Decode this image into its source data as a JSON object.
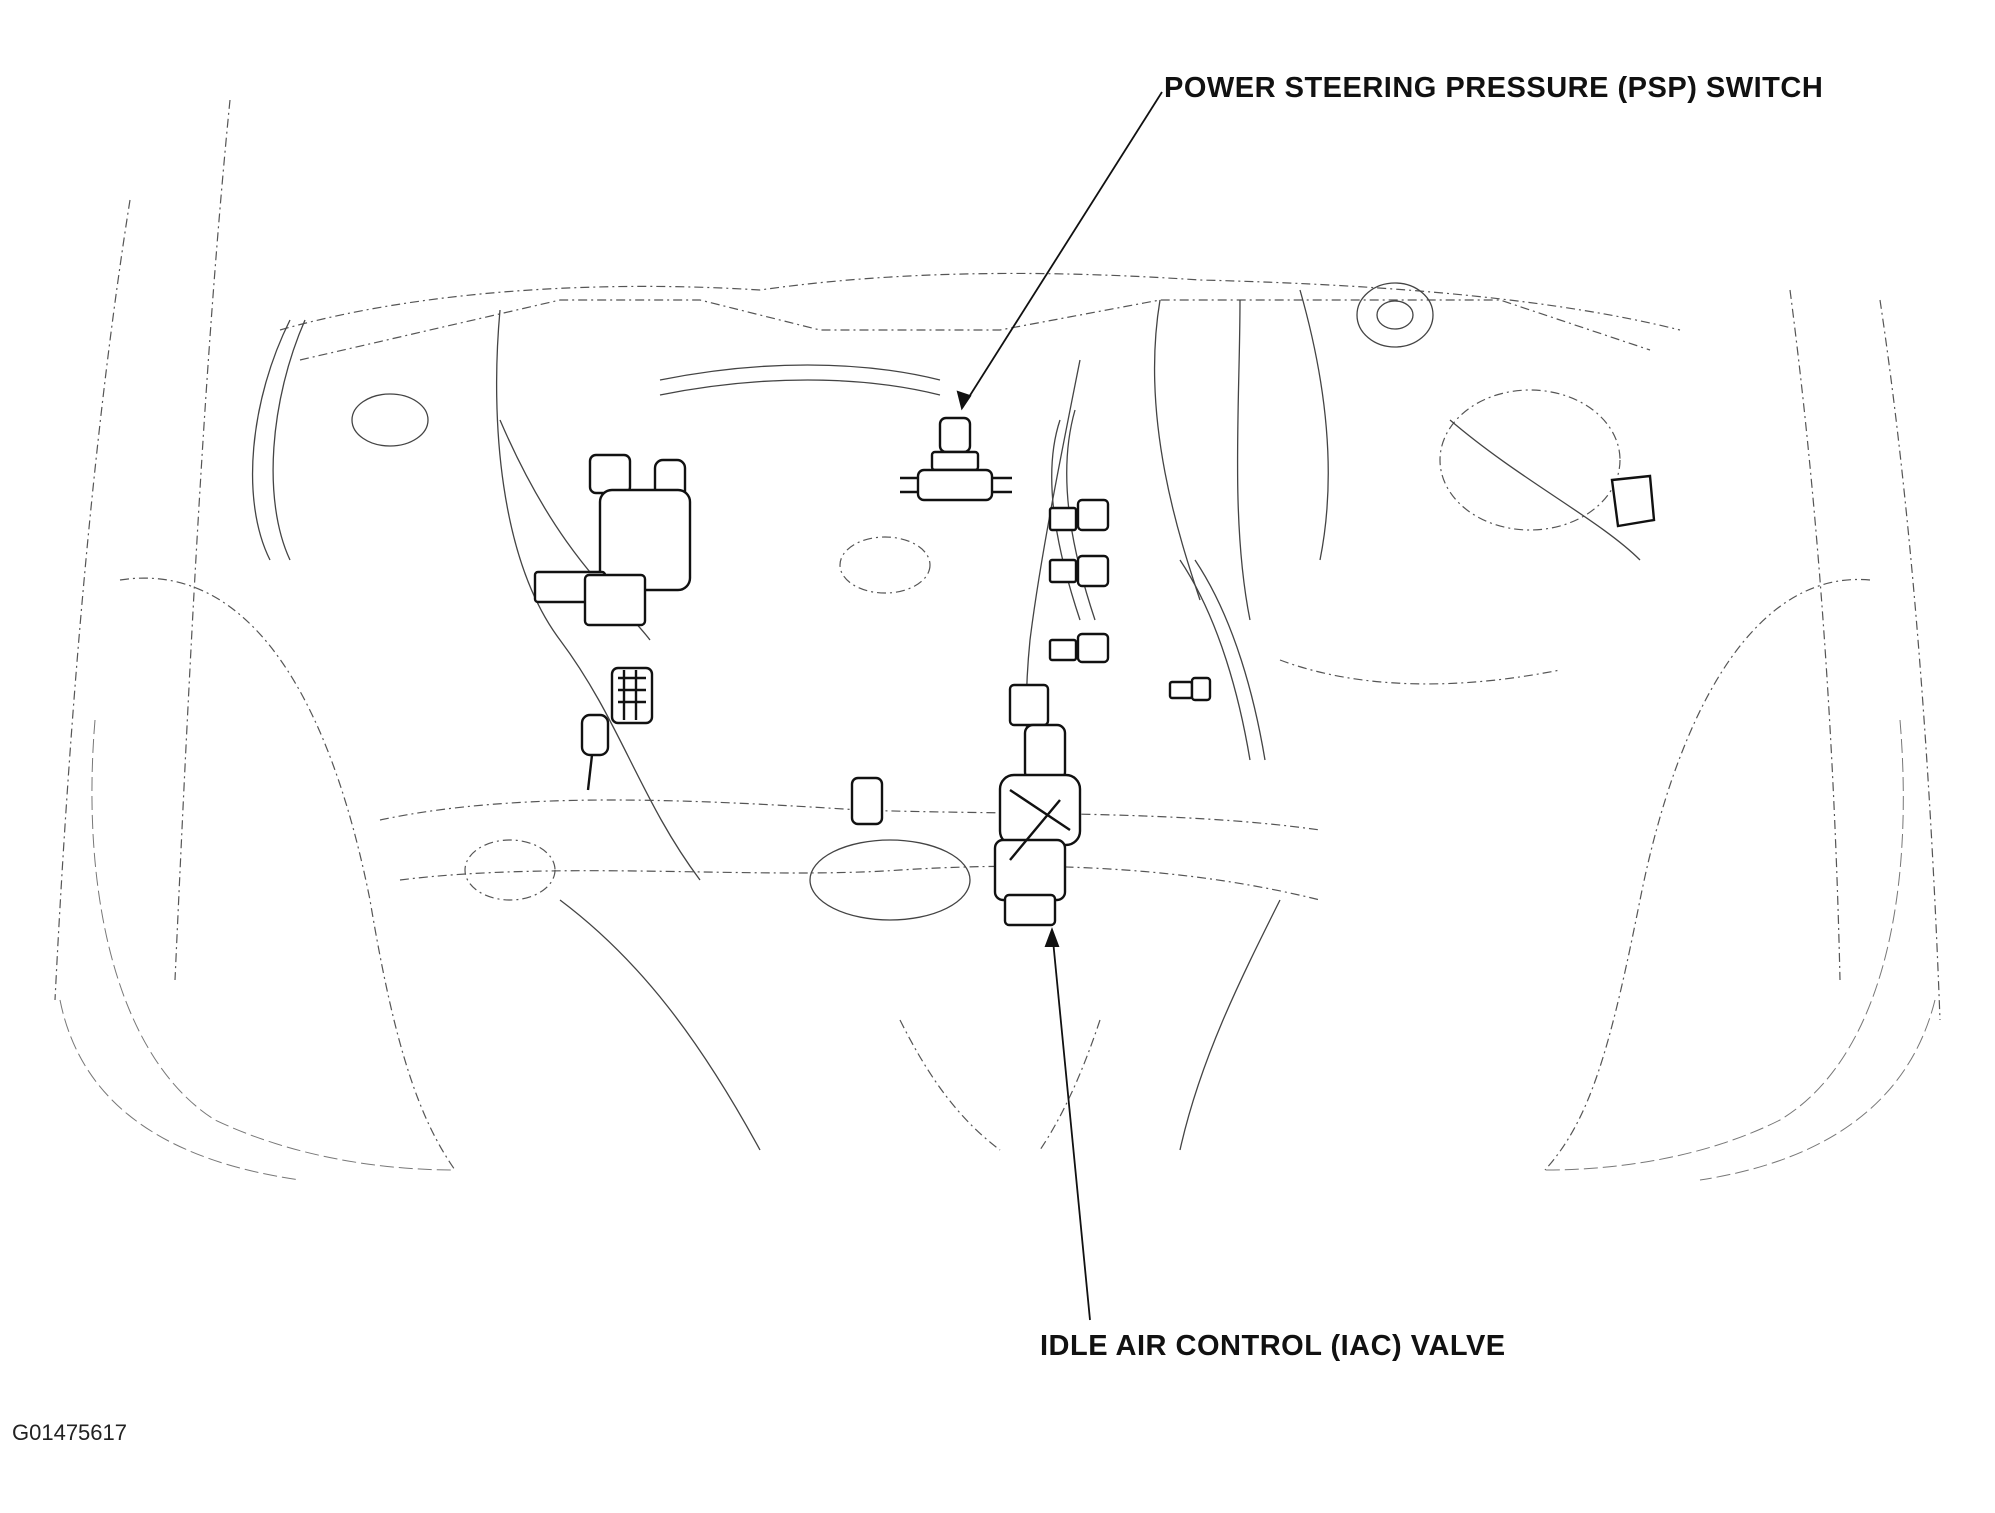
{
  "figure": {
    "callouts": {
      "psp_switch": "POWER STEERING PRESSURE (PSP) SWITCH",
      "iac_valve": "IDLE AIR CONTROL (IAC) VALVE"
    },
    "figure_id": "G01475617"
  },
  "colors": {
    "ink": "#111111",
    "faint_line": "#555555",
    "background": "#ffffff"
  }
}
